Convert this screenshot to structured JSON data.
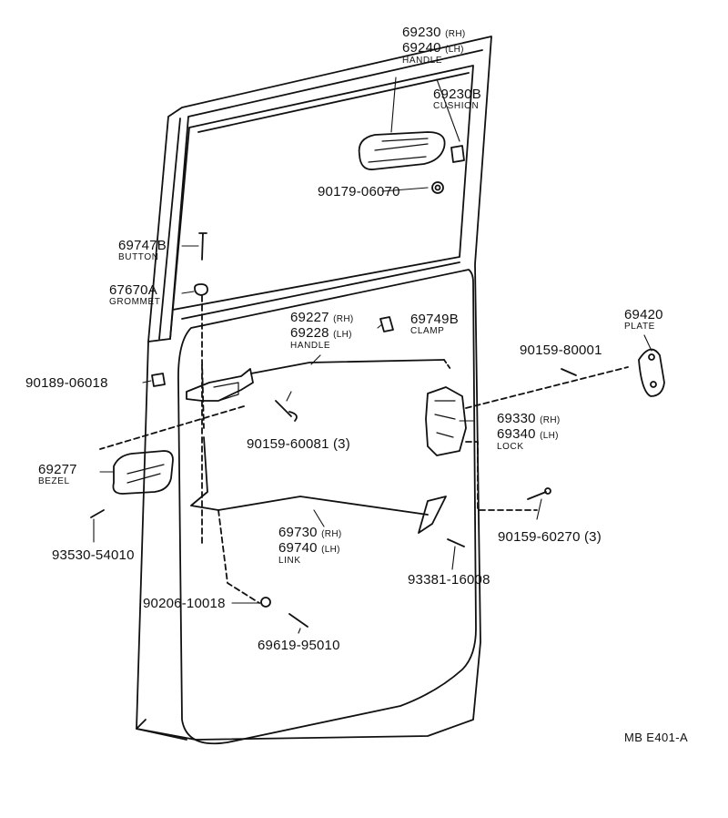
{
  "diagram": {
    "drawing_code": "MB  E401-A",
    "parts": [
      {
        "id": "handle_outer",
        "lines": [
          "69230",
          "69240",
          "HANDLE"
        ],
        "tags": [
          "(RH)",
          "(LH)"
        ]
      },
      {
        "id": "cushion",
        "number": "69230B",
        "name": "CUSHION"
      },
      {
        "id": "bolt_90179",
        "number": "90179-06070"
      },
      {
        "id": "button",
        "number": "69747B",
        "name": "BUTTON"
      },
      {
        "id": "grommet",
        "number": "67670A",
        "name": "GROMMET"
      },
      {
        "id": "handle_inner",
        "lines": [
          "69227",
          "69228",
          "HANDLE"
        ],
        "tags": [
          "(RH)",
          "(LH)"
        ]
      },
      {
        "id": "clamp",
        "number": "69749B",
        "name": "CLAMP"
      },
      {
        "id": "plate",
        "number": "69420",
        "name": "PLATE"
      },
      {
        "id": "screw_80001",
        "number": "90159-80001"
      },
      {
        "id": "clip_90189",
        "number": "90189-06018"
      },
      {
        "id": "screw_60081",
        "number": "90159-60081 (3)"
      },
      {
        "id": "lock",
        "lines": [
          "69330",
          "69340",
          "LOCK"
        ],
        "tags": [
          "(RH)",
          "(LH)"
        ]
      },
      {
        "id": "bezel",
        "number": "69277",
        "name": "BEZEL"
      },
      {
        "id": "link",
        "lines": [
          "69730",
          "69740",
          "LINK"
        ],
        "tags": [
          "(RH)",
          "(LH)"
        ]
      },
      {
        "id": "screw_60270",
        "number": "90159-60270 (3)"
      },
      {
        "id": "screw_93530",
        "number": "93530-54010"
      },
      {
        "id": "screw_93381",
        "number": "93381-16008"
      },
      {
        "id": "washer_90206",
        "number": "90206-10018"
      },
      {
        "id": "screw_69619",
        "number": "69619-95010"
      }
    ]
  }
}
